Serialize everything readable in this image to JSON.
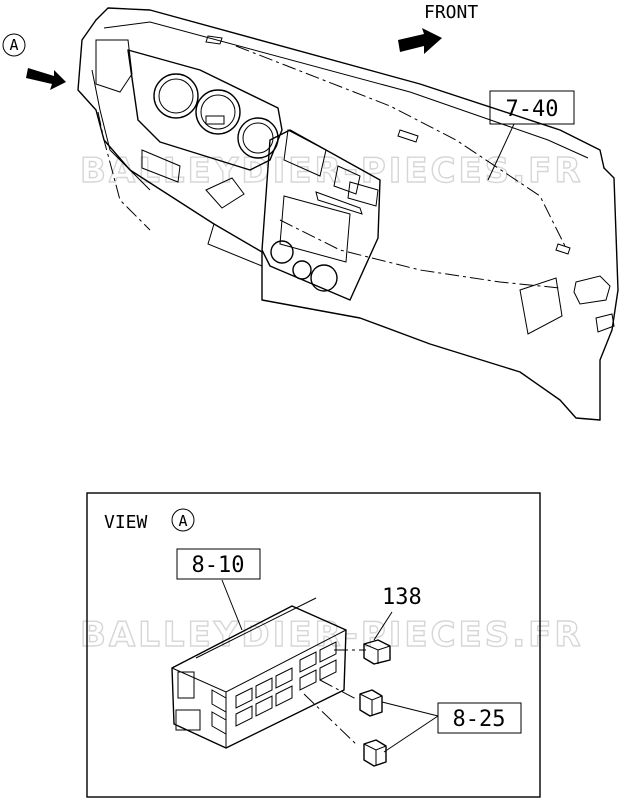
{
  "labels": {
    "front": "FRONT",
    "callout_a": "A",
    "dash_ref": "7-40",
    "view_prefix": "VIEW",
    "view_letter": "A",
    "module_ref": "8-10",
    "bulb_ref": "138",
    "socket_ref": "8-25"
  },
  "watermark": {
    "top": "BALLEYDIER-PIECES.FR",
    "bottom": "BALLEYDIER-PIECES.FR"
  }
}
